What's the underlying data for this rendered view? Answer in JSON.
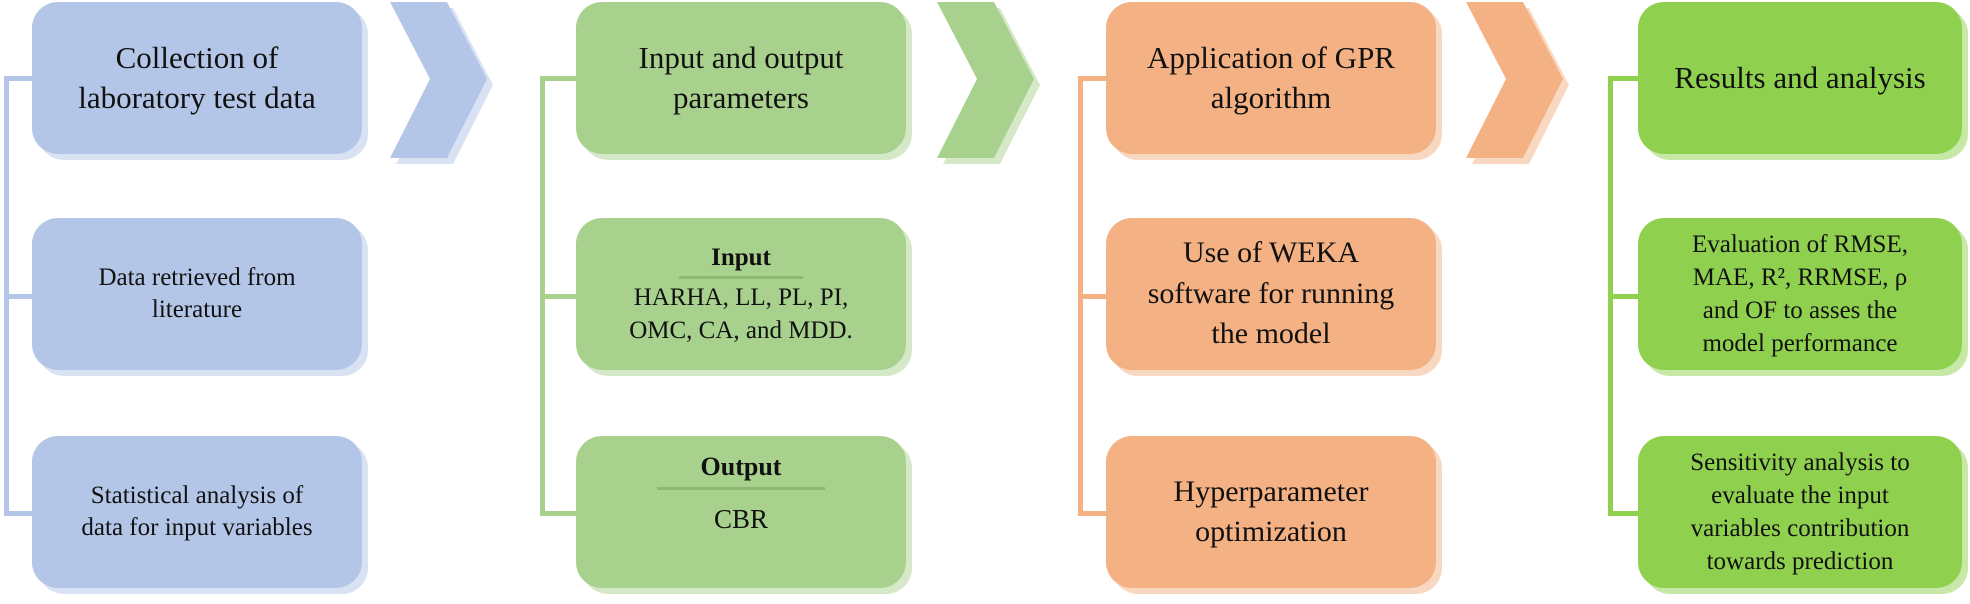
{
  "colors": {
    "blue": "#b4c6e7",
    "blue_shadow": "#d8e2f3",
    "blue_line": "#b4c6e7",
    "green": "#a9d18e",
    "green_shadow": "#d5e8c8",
    "green_line": "#a9d18e",
    "orange": "#f4b183",
    "orange_shadow": "#f9d8c2",
    "orange_line": "#f4b183",
    "lime": "#8fd14f",
    "lime_shadow": "#c7e8a7",
    "lime_line": "#8fd14f"
  },
  "columns": [
    {
      "header": [
        "Collection of",
        "laboratory test data"
      ],
      "items": [
        {
          "lines": [
            "Data retrieved from",
            "literature"
          ]
        },
        {
          "lines": [
            "Statistical analysis of",
            "data for input variables"
          ]
        }
      ]
    },
    {
      "header": [
        "Input and output",
        "parameters"
      ],
      "items": [
        {
          "subhead": "Input",
          "lines": [
            "HARHA, LL, PL, PI,",
            "OMC, CA, and MDD."
          ]
        },
        {
          "subhead": "Output",
          "lines": [
            "CBR"
          ]
        }
      ]
    },
    {
      "header": [
        "Application of GPR",
        "algorithm"
      ],
      "items": [
        {
          "lines": [
            "Use of WEKA",
            "software for running",
            "the model"
          ]
        },
        {
          "lines": [
            "Hyperparameter",
            "optimization"
          ]
        }
      ]
    },
    {
      "header": [
        "Results and analysis"
      ],
      "items": [
        {
          "lines": [
            "Evaluation of RMSE,",
            "MAE, R², RRMSE, ρ",
            "and OF to asses the",
            "model performance"
          ]
        },
        {
          "lines": [
            "Sensitivity analysis to",
            "evaluate the input",
            "variables contribution",
            "towards prediction"
          ]
        }
      ]
    }
  ]
}
